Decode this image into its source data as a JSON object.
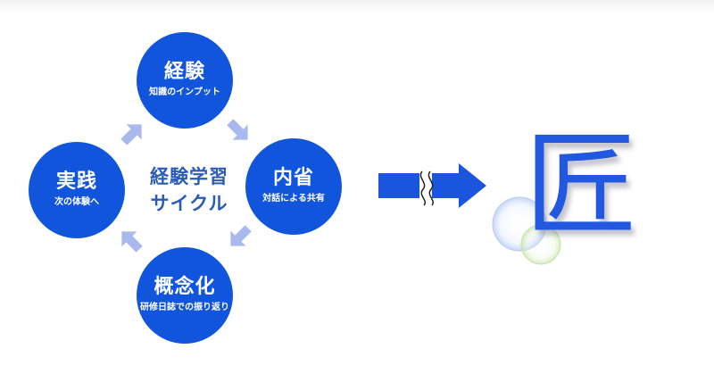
{
  "center": {
    "line1": "経験学習",
    "line2": "サイクル"
  },
  "nodes": {
    "top": {
      "title": "経験",
      "sub": "知識のインプット"
    },
    "right": {
      "title": "内省",
      "sub": "対話による共有"
    },
    "bottom": {
      "title": "概念化",
      "sub": "研修日誌での振り返り"
    },
    "left": {
      "title": "実践",
      "sub": "次の体験へ"
    }
  },
  "result": {
    "kanji": "匠"
  },
  "colors": {
    "node": "#1155dd",
    "cycle_arrow": "#a9b9ee",
    "big_arrow": "#1c55dd",
    "center_text": "#2a5bb8"
  }
}
